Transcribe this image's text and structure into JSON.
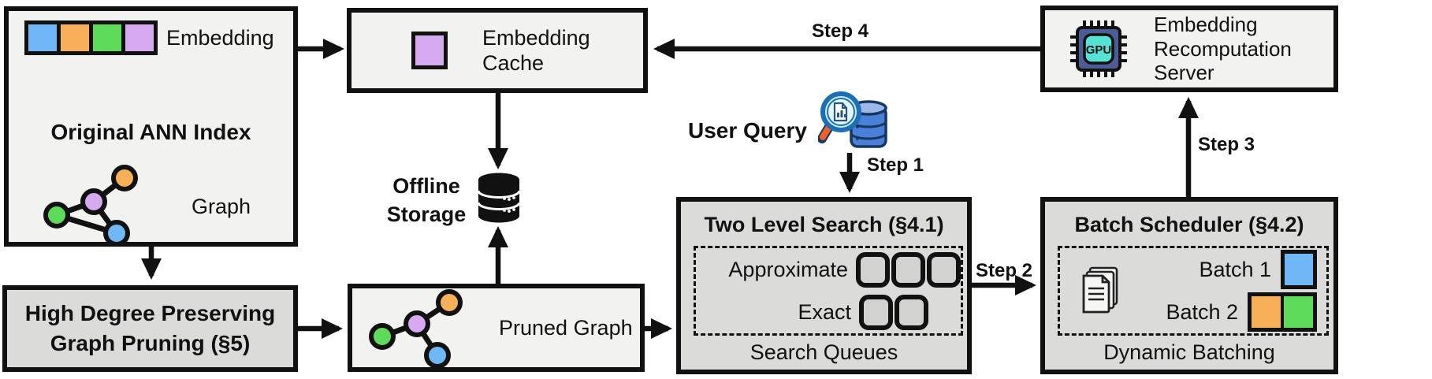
{
  "diagram": {
    "original_ann_index": {
      "title": "Original ANN Index",
      "embedding_label": "Embedding",
      "graph_label": "Graph",
      "embedding_color_order": [
        "blue",
        "orange",
        "green",
        "purple"
      ]
    },
    "embedding_cache": {
      "label": "Embedding\nCache"
    },
    "recomputation_server": {
      "label": "Embedding\nRecomputation\nServer",
      "gpu_text": "GPU"
    },
    "offline_storage": {
      "label": "Offline\nStorage"
    },
    "user_query": {
      "label": "User Query"
    },
    "two_level_search": {
      "title": "Two Level Search (§4.1)",
      "approximate_label": "Approximate",
      "exact_label": "Exact",
      "approximate_slots": 3,
      "exact_slots": 2,
      "caption": "Search Queues"
    },
    "batch_scheduler": {
      "title": "Batch Scheduler (§4.2)",
      "batch1_label": "Batch 1",
      "batch2_label": "Batch 2",
      "batch1_colors": [
        "blue"
      ],
      "batch2_colors": [
        "orange",
        "green"
      ],
      "caption": "Dynamic Batching"
    },
    "high_degree_pruning": {
      "title": "High Degree Preserving\nGraph Pruning (§5)"
    },
    "pruned_graph": {
      "label": "Pruned Graph"
    },
    "steps": {
      "step1": "Step 1",
      "step2": "Step 2",
      "step3": "Step 3",
      "step4": "Step 4"
    },
    "colors": {
      "blue": "#6fb7f6",
      "orange": "#f8b058",
      "green": "#5fdb5c",
      "purple": "#d5aaf0",
      "box_light": "#f2f2f1",
      "box_gray": "#dbdbda",
      "gpu_body": "#4c5d95",
      "gpu_core": "#57e2d6",
      "query_db_blue": "#4a80d8",
      "magnifier_lens": "#cdeffa",
      "magnifier_handle": "#f15f2c",
      "line_black": "#111111"
    }
  }
}
